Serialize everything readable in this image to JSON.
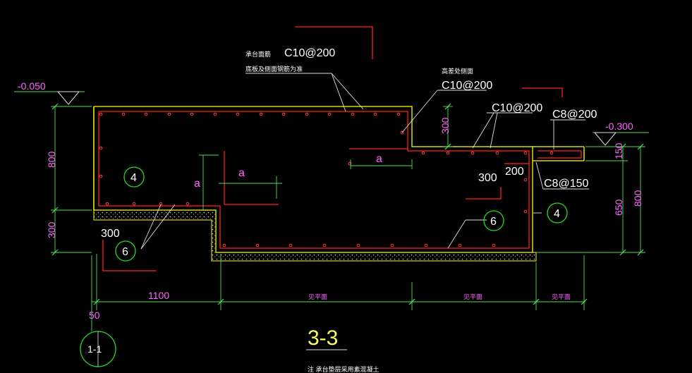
{
  "annotations": {
    "top_note_line1": "承台面筋",
    "top_note_line2": "底板及侧面钢筋为准",
    "top_rebar": "C10@200",
    "step_note": "高差处侧面",
    "step_rebar": "C10@200",
    "mid_rebar": "C10@200",
    "right_rebar": "C8@200",
    "right_lower_rebar": "C8@150",
    "label_a1": "a",
    "label_a2": "a",
    "label_a3": "a"
  },
  "levels": {
    "left": "-0.050",
    "right": "-0.300"
  },
  "dimensions": {
    "left_800": "800",
    "left_300": "300",
    "step_300": "300",
    "right_150": "150",
    "right_650": "650",
    "right_800": "800",
    "inner_300": "300",
    "inner_200": "200",
    "bottom_300": "300",
    "bottom_1100": "1100",
    "bottom_50": "50",
    "span_a": "见平面",
    "span_b": "见平面",
    "span_c": "见平面"
  },
  "callouts": {
    "c4_left": "4",
    "c4_right": "4",
    "c6_left": "6",
    "c6_right": "6",
    "section_ref": "1-1"
  },
  "title": {
    "section": "3-3",
    "note": "注 承台垫层采用素混凝土"
  }
}
